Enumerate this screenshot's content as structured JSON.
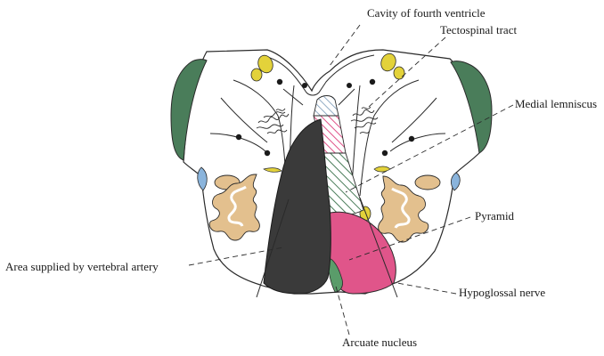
{
  "labels": {
    "cavity": "Cavity of fourth ventricle",
    "tectospinal": "Tectospinal tract",
    "medial_lemniscus": "Medial lemniscus",
    "pyramid": "Pyramid",
    "area_vertebral": "Area supplied by vertebral artery",
    "hypoglossal": "Hypoglossal nerve",
    "arcuate": "Arcuate nucleus"
  },
  "colors": {
    "outline": "#2a2a2a",
    "cerebellar_peduncle": "#4a7d5a",
    "vertebral_territory": "#3a3a3a",
    "pyramid": "#e0558a",
    "medial_lemniscus_hatch": "#4a7d5a",
    "tectospinal_hatch": "#e0558a",
    "mlf_hatch": "#7a9ab8",
    "olive": "#e3c08e",
    "nucleus_yellow": "#e3d23a",
    "blue_rootlet": "#8ab4dc",
    "arcuate": "#5a9c6a"
  }
}
